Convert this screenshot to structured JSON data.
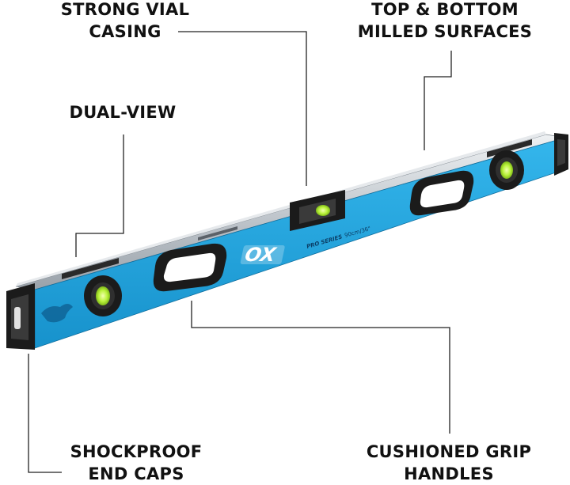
{
  "callouts": {
    "vial_casing": [
      "STRONG VIAL",
      "CASING"
    ],
    "milled_surfaces": [
      "TOP & BOTTOM",
      "MILLED SURFACES"
    ],
    "dual_view": [
      "DUAL-VIEW"
    ],
    "end_caps": [
      "SHOCKPROOF",
      "END CAPS"
    ],
    "grip": [
      "CUSHIONED GRIP",
      "HANDLES"
    ]
  },
  "level": {
    "brand": "OX",
    "series": "PRO SERIES",
    "size": "90cm/36\""
  },
  "colors": {
    "body_blue": "#1fa3dd",
    "aluminium": "#c9ced3",
    "rubber": "#1b1b1b",
    "vial_green": "#b9f23a",
    "text": "#111111"
  }
}
